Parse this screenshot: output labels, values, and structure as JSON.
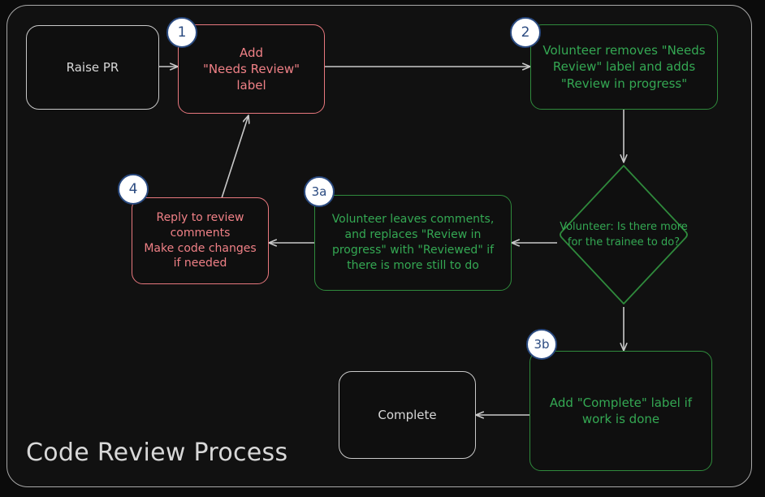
{
  "diagram": {
    "title": "Code Review Process",
    "colors": {
      "background": "#0b0b0b",
      "frame_border": "#a8a8a8",
      "plain_node": "#c9c9c9",
      "red_node": "#e8787e",
      "green_node": "#2f8a3c",
      "green_text": "#34a853",
      "badge_fill": "#ffffff",
      "badge_border": "#2a4a80",
      "arrow": "#c9c9c9"
    },
    "nodes": [
      {
        "id": "raise-pr",
        "label": "Raise PR",
        "style": "plain",
        "badge": null
      },
      {
        "id": "add-needs-review",
        "label": "Add\n\"Needs Review\"\nlabel",
        "style": "red",
        "badge": "1"
      },
      {
        "id": "volunteer-removes-needs-review",
        "label": "Volunteer removes \"Needs Review\" label and adds \"Review in progress\"",
        "style": "green",
        "badge": "2"
      },
      {
        "id": "decision-more-for-trainee",
        "label": "Volunteer:\nIs there more for\nthe trainee to do?",
        "style": "diamond-green",
        "badge": null
      },
      {
        "id": "volunteer-leaves-comments",
        "label": "Volunteer leaves comments, and replaces \"Review in progress\" with \"Reviewed\" if there is more still to do",
        "style": "green",
        "badge": "3a"
      },
      {
        "id": "reply-to-review-comments",
        "label": "Reply to review comments\nMake code changes if needed",
        "style": "red",
        "badge": "4"
      },
      {
        "id": "add-complete-label",
        "label": "Add \"Complete\" label if work is done",
        "style": "green",
        "badge": "3b"
      },
      {
        "id": "complete",
        "label": "Complete",
        "style": "plain",
        "badge": null
      }
    ],
    "node_text": {
      "raise_pr": "Raise PR",
      "add_needs_review_line1": "Add",
      "add_needs_review_line2": "\"Needs Review\"",
      "add_needs_review_line3": "label",
      "volunteer_removes_line1": "Volunteer removes \"Needs",
      "volunteer_removes_line2": "Review\" label and adds",
      "volunteer_removes_line3": "\"Review in progress\"",
      "decision_line1": "Volunteer:",
      "decision_line2": "Is there more for",
      "decision_line3": "the trainee to do?",
      "leaves_comments_line1": "Volunteer leaves comments,",
      "leaves_comments_line2": "and replaces \"Review in",
      "leaves_comments_line3": "progress\" with \"Reviewed\" if",
      "leaves_comments_line4": "there is more still to do",
      "reply_line1": "Reply to review",
      "reply_line2": "comments",
      "reply_line3": "Make code changes",
      "reply_line4": "if needed",
      "add_complete_line1": "Add \"Complete\" label if",
      "add_complete_line2": "work is done",
      "complete": "Complete"
    },
    "badges": {
      "b1": "1",
      "b2": "2",
      "b3a": "3a",
      "b3b": "3b",
      "b4": "4"
    },
    "edges": [
      {
        "from": "raise-pr",
        "to": "add-needs-review",
        "direction": "right"
      },
      {
        "from": "add-needs-review",
        "to": "volunteer-removes-needs-review",
        "direction": "right"
      },
      {
        "from": "volunteer-removes-needs-review",
        "to": "decision-more-for-trainee",
        "direction": "down"
      },
      {
        "from": "decision-more-for-trainee",
        "to": "volunteer-leaves-comments",
        "direction": "left"
      },
      {
        "from": "volunteer-leaves-comments",
        "to": "reply-to-review-comments",
        "direction": "left"
      },
      {
        "from": "reply-to-review-comments",
        "to": "add-needs-review",
        "direction": "up-right-diagonal"
      },
      {
        "from": "decision-more-for-trainee",
        "to": "add-complete-label",
        "direction": "down"
      },
      {
        "from": "add-complete-label",
        "to": "complete",
        "direction": "left"
      }
    ]
  }
}
